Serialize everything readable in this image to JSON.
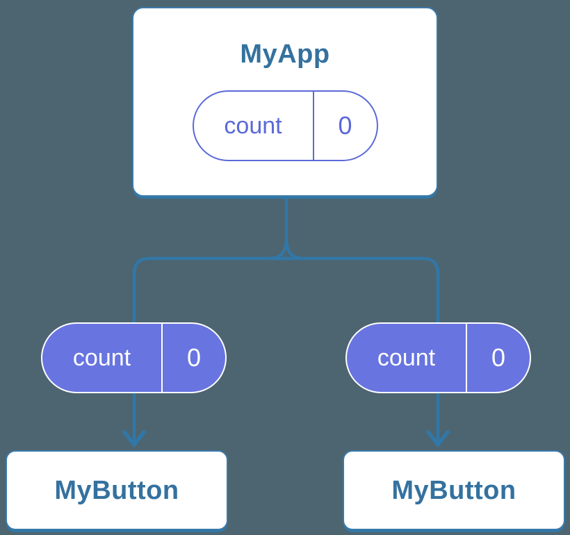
{
  "diagram": {
    "root": {
      "title": "MyApp",
      "state": {
        "label": "count",
        "value": "0"
      }
    },
    "children": [
      {
        "title": "MyButton",
        "state": {
          "label": "count",
          "value": "0"
        }
      },
      {
        "title": "MyButton",
        "state": {
          "label": "count",
          "value": "0"
        }
      }
    ]
  },
  "colors": {
    "bg": "#4D6570",
    "line": "#3177A8",
    "card-border": "#3B79AA",
    "card-text": "#34719F",
    "card-bg": "#FFFFFF",
    "purple-fill": "#6874E0",
    "purple-outline": "#5B69D8",
    "pill-text-light": "#FFFFFF"
  }
}
